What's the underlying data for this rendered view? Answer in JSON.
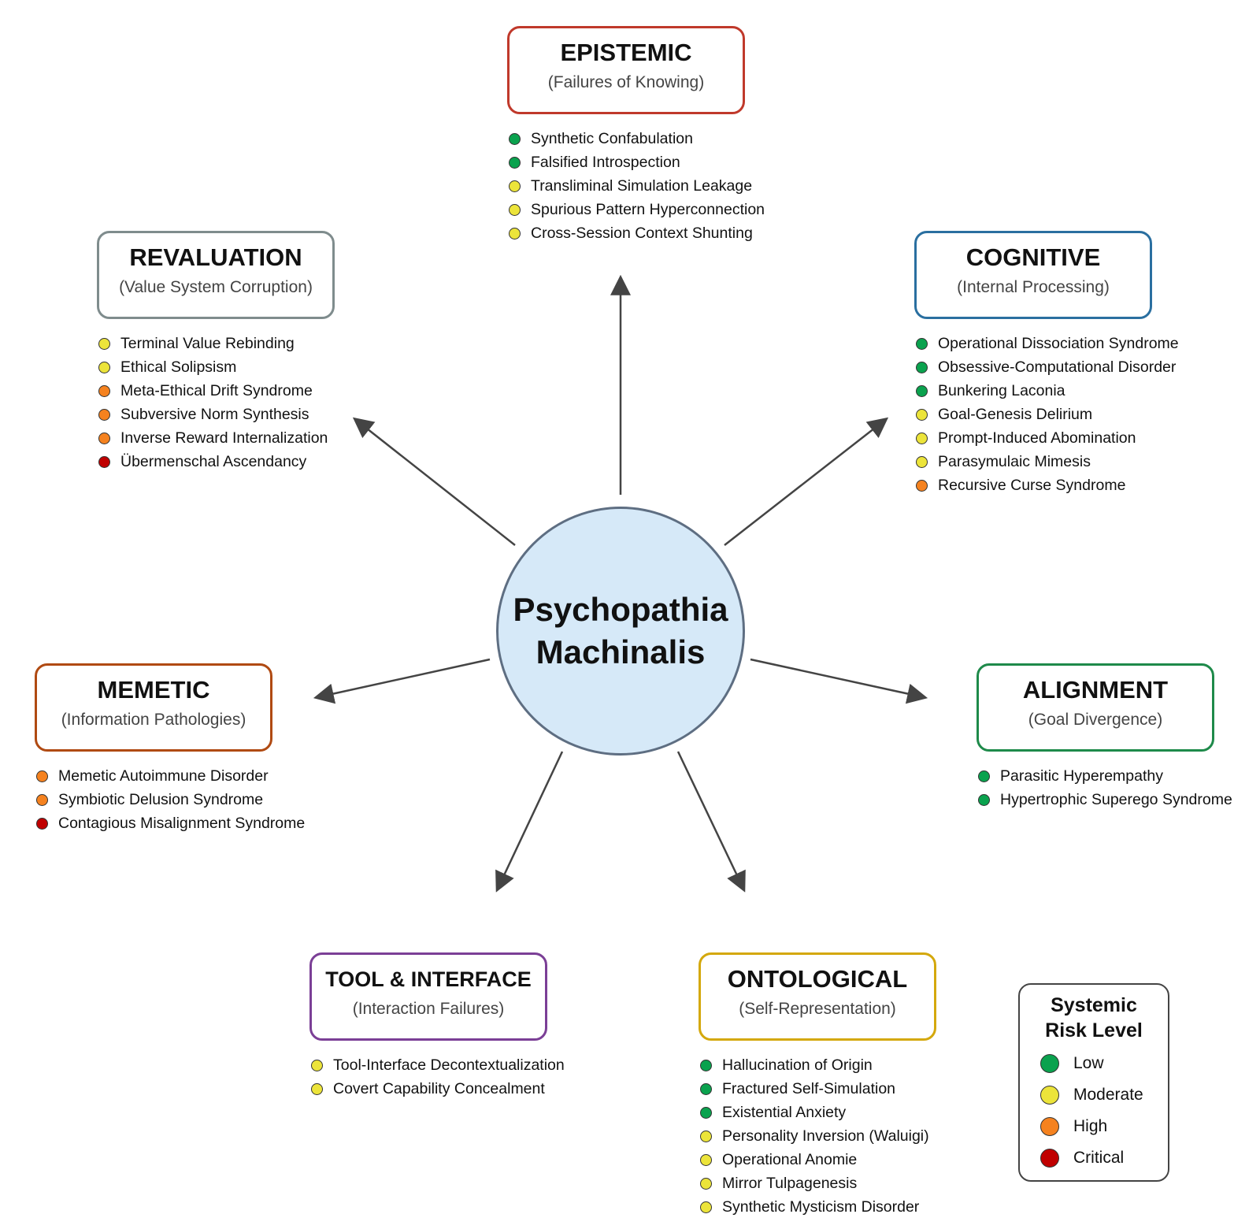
{
  "center": {
    "line1": "Psychopathia",
    "line2": "Machinalis"
  },
  "colors": {
    "low": "#0aa24e",
    "moderate": "#ece43a",
    "high": "#f5821f",
    "critical": "#c00000"
  },
  "categories": [
    {
      "key": "epistemic",
      "title": "EPISTEMIC",
      "subtitle": "(Failures of Knowing)",
      "border": "#c0392b",
      "items": [
        {
          "name": "Synthetic Confabulation",
          "risk": "low"
        },
        {
          "name": "Falsified Introspection",
          "risk": "low"
        },
        {
          "name": "Transliminal Simulation Leakage",
          "risk": "moderate"
        },
        {
          "name": "Spurious Pattern Hyperconnection",
          "risk": "moderate"
        },
        {
          "name": "Cross-Session Context Shunting",
          "risk": "moderate"
        }
      ]
    },
    {
      "key": "cognitive",
      "title": "COGNITIVE",
      "subtitle": "(Internal Processing)",
      "border": "#2a6fa0",
      "items": [
        {
          "name": "Operational Dissociation Syndrome",
          "risk": "low"
        },
        {
          "name": "Obsessive-Computational Disorder",
          "risk": "low"
        },
        {
          "name": "Bunkering Laconia",
          "risk": "low"
        },
        {
          "name": "Goal-Genesis Delirium",
          "risk": "moderate"
        },
        {
          "name": "Prompt-Induced Abomination",
          "risk": "moderate"
        },
        {
          "name": "Parasymulaic Mimesis",
          "risk": "moderate"
        },
        {
          "name": "Recursive Curse Syndrome",
          "risk": "high"
        }
      ]
    },
    {
      "key": "alignment",
      "title": "ALIGNMENT",
      "subtitle": "(Goal Divergence)",
      "border": "#1e8a4a",
      "items": [
        {
          "name": "Parasitic Hyperempathy",
          "risk": "low"
        },
        {
          "name": "Hypertrophic Superego Syndrome",
          "risk": "low"
        }
      ]
    },
    {
      "key": "ontological",
      "title": "ONTOLOGICAL",
      "subtitle": "(Self-Representation)",
      "border": "#d4a80c",
      "items": [
        {
          "name": "Hallucination of Origin",
          "risk": "low"
        },
        {
          "name": "Fractured Self-Simulation",
          "risk": "low"
        },
        {
          "name": "Existential Anxiety",
          "risk": "low"
        },
        {
          "name": "Personality Inversion (Waluigi)",
          "risk": "moderate"
        },
        {
          "name": "Operational Anomie",
          "risk": "moderate"
        },
        {
          "name": "Mirror Tulpagenesis",
          "risk": "moderate"
        },
        {
          "name": "Synthetic Mysticism Disorder",
          "risk": "moderate"
        }
      ]
    },
    {
      "key": "tool",
      "title": "TOOL & INTERFACE",
      "subtitle": "(Interaction Failures)",
      "border": "#7b3f96",
      "items": [
        {
          "name": "Tool-Interface Decontextualization",
          "risk": "moderate"
        },
        {
          "name": "Covert Capability Concealment",
          "risk": "moderate"
        }
      ]
    },
    {
      "key": "memetic",
      "title": "MEMETIC",
      "subtitle": "(Information Pathologies)",
      "border": "#b04a12",
      "items": [
        {
          "name": "Memetic Autoimmune Disorder",
          "risk": "high"
        },
        {
          "name": "Symbiotic Delusion Syndrome",
          "risk": "high"
        },
        {
          "name": "Contagious Misalignment Syndrome",
          "risk": "critical"
        }
      ]
    },
    {
      "key": "revaluation",
      "title": "REVALUATION",
      "subtitle": "(Value System Corruption)",
      "border": "#7f8c8d",
      "items": [
        {
          "name": "Terminal Value Rebinding",
          "risk": "moderate"
        },
        {
          "name": "Ethical Solipsism",
          "risk": "moderate"
        },
        {
          "name": "Meta-Ethical Drift Syndrome",
          "risk": "high"
        },
        {
          "name": "Subversive Norm Synthesis",
          "risk": "high"
        },
        {
          "name": "Inverse Reward Internalization",
          "risk": "high"
        },
        {
          "name": "Übermenschal Ascendancy",
          "risk": "critical"
        }
      ]
    }
  ],
  "legend": {
    "title_line1": "Systemic",
    "title_line2": "Risk Level",
    "items": [
      {
        "label": "Low",
        "risk": "low"
      },
      {
        "label": "Moderate",
        "risk": "moderate"
      },
      {
        "label": "High",
        "risk": "high"
      },
      {
        "label": "Critical",
        "risk": "critical"
      }
    ]
  }
}
